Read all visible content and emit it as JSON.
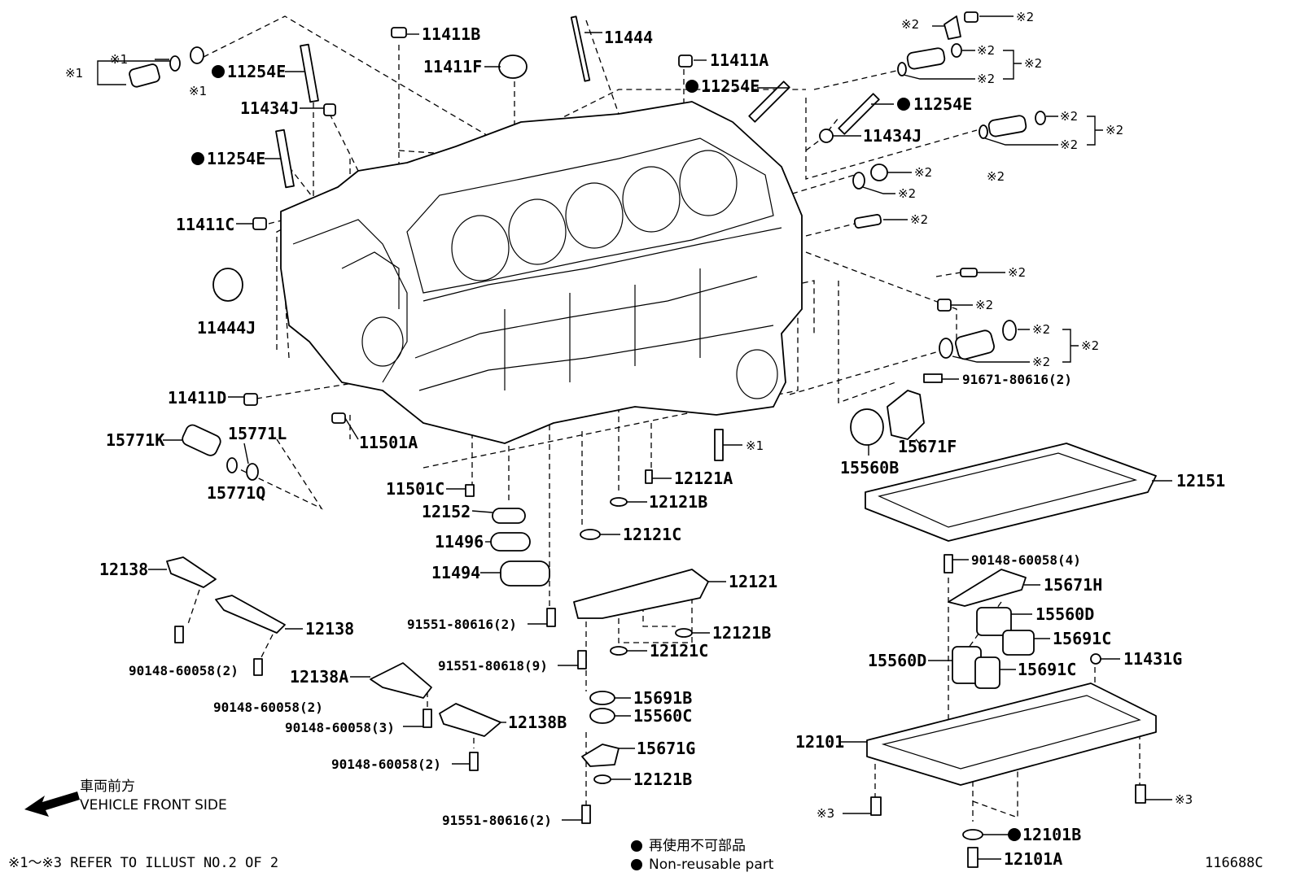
{
  "parts": [
    {
      "id": "11411B",
      "label": "11411B"
    },
    {
      "id": "11444",
      "label": "11444"
    },
    {
      "id": "11411F",
      "label": "11411F"
    },
    {
      "id": "11411A",
      "label": "11411A"
    },
    {
      "id": "11254E_a",
      "label": "11254E",
      "nonreusable": true
    },
    {
      "id": "11434J_a",
      "label": "11434J"
    },
    {
      "id": "11254E_b",
      "label": "11254E",
      "nonreusable": true
    },
    {
      "id": "11254E_c",
      "label": "11254E",
      "nonreusable": true
    },
    {
      "id": "11434J_b",
      "label": "11434J"
    },
    {
      "id": "11254E_d",
      "label": "11254E",
      "nonreusable": true
    },
    {
      "id": "11411C",
      "label": "11411C"
    },
    {
      "id": "11444J",
      "label": "11444J"
    },
    {
      "id": "11411D",
      "label": "11411D"
    },
    {
      "id": "15771K",
      "label": "15771K"
    },
    {
      "id": "15771L",
      "label": "15771L"
    },
    {
      "id": "15771Q",
      "label": "15771Q"
    },
    {
      "id": "11501A",
      "label": "11501A"
    },
    {
      "id": "11501C",
      "label": "11501C"
    },
    {
      "id": "12152",
      "label": "12152"
    },
    {
      "id": "11496",
      "label": "11496"
    },
    {
      "id": "11494",
      "label": "11494"
    },
    {
      "id": "12121A",
      "label": "12121A"
    },
    {
      "id": "12121B_a",
      "label": "12121B"
    },
    {
      "id": "12121C_a",
      "label": "12121C"
    },
    {
      "id": "12121",
      "label": "12121"
    },
    {
      "id": "12121B_b",
      "label": "12121B"
    },
    {
      "id": "12121C_b",
      "label": "12121C"
    },
    {
      "id": "91551-80616_a",
      "label": "91551-80616(2)"
    },
    {
      "id": "91551-80618",
      "label": "91551-80618(9)"
    },
    {
      "id": "15691B",
      "label": "15691B"
    },
    {
      "id": "15560C",
      "label": "15560C"
    },
    {
      "id": "15671G",
      "label": "15671G"
    },
    {
      "id": "12121B_c",
      "label": "12121B"
    },
    {
      "id": "91551-80616_b",
      "label": "91551-80616(2)"
    },
    {
      "id": "12138_a",
      "label": "12138"
    },
    {
      "id": "12138_b",
      "label": "12138"
    },
    {
      "id": "90148-60058_a",
      "label": "90148-60058(2)"
    },
    {
      "id": "90148-60058_b",
      "label": "90148-60058(2)"
    },
    {
      "id": "12138A",
      "label": "12138A"
    },
    {
      "id": "90148-60058_c",
      "label": "90148-60058(3)"
    },
    {
      "id": "12138B",
      "label": "12138B"
    },
    {
      "id": "90148-60058_d",
      "label": "90148-60058(2)"
    },
    {
      "id": "91671-80616",
      "label": "91671-80616(2)"
    },
    {
      "id": "15560B",
      "label": "15560B"
    },
    {
      "id": "15671F",
      "label": "15671F"
    },
    {
      "id": "12151",
      "label": "12151"
    },
    {
      "id": "90148-60058_e",
      "label": "90148-60058(4)"
    },
    {
      "id": "15671H",
      "label": "15671H"
    },
    {
      "id": "15560D_a",
      "label": "15560D"
    },
    {
      "id": "15691C_a",
      "label": "15691C"
    },
    {
      "id": "15560D_b",
      "label": "15560D"
    },
    {
      "id": "15691C_b",
      "label": "15691C"
    },
    {
      "id": "11431G",
      "label": "11431G"
    },
    {
      "id": "12101",
      "label": "12101"
    },
    {
      "id": "12101B",
      "label": "12101B",
      "nonreusable": true
    },
    {
      "id": "12101A",
      "label": "12101A"
    }
  ],
  "refs": {
    "r1_group": "※1",
    "r1_a": "※1",
    "r1_b": "※1",
    "r1_c": "※1",
    "r2_1": "※2",
    "r2_2": "※2",
    "r2_3": "※2",
    "r2_4": "※2",
    "r2_5": "※2",
    "r2_6": "※2",
    "r2_7": "※2",
    "r2_8": "※2",
    "r2_9": "※2",
    "r2_10": "※2",
    "r2_11": "※2",
    "r2_12": "※2",
    "r2_13": "※2",
    "r2_14": "※2",
    "r2_15": "※2",
    "r2_16": "※2",
    "r2_17": "※2",
    "r3_a": "※3",
    "r3_b": "※3"
  },
  "direction": {
    "jp": "車両前方",
    "en": "VEHICLE FRONT SIDE"
  },
  "legend": {
    "jp": "再使用不可部品",
    "en": "Non-reusable part"
  },
  "footer": {
    "note": "※1～※3 REFER TO ILLUST NO.2 OF 2",
    "illust_id": "116688C"
  }
}
